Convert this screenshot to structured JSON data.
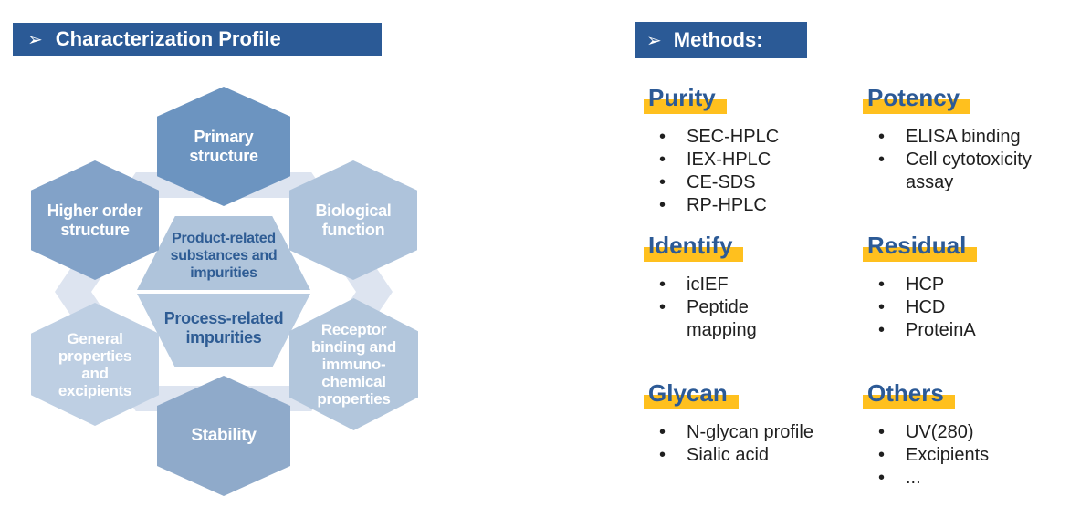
{
  "colors": {
    "title_bar": "#2B5A96",
    "heading_text": "#2C5A96",
    "highlight": "#FFC01E",
    "body_text": "#1F1F1F",
    "hex_label_text": "#FFFFFF",
    "center_label_text": "#2E5C94",
    "hex_primary": "#6C94C0",
    "hex_higher_order": "#82A2C8",
    "hex_biological": "#AEC3DB",
    "hex_general": "#BECFE3",
    "hex_receptor": "#B2C6DC",
    "hex_stability": "#8FAACA",
    "hex_center_top": "#AFC4DB",
    "hex_center_bottom": "#B8CBE0",
    "ring": "#DDE4F0"
  },
  "left_panel": {
    "arrow": "➢",
    "title": "Characterization Profile",
    "hexagons": {
      "primary": {
        "label": "Primary\nstructure"
      },
      "higher_order": {
        "label": "Higher order\nstructure"
      },
      "biological": {
        "label": "Biological\nfunction"
      },
      "general": {
        "label": "General\nproperties\nand\nexcipients"
      },
      "receptor": {
        "label": "Receptor\nbinding and\nimmuno-\nchemical\nproperties"
      },
      "stability": {
        "label": "Stability"
      },
      "center_top": {
        "label": "Product-related\nsubstances and\nimpurities"
      },
      "center_bottom": {
        "label": "Process-related\nimpurities"
      }
    }
  },
  "right_panel": {
    "arrow": "➢",
    "title": "Methods:",
    "bullet": "•",
    "sections": [
      {
        "heading": "Purity",
        "items": [
          "SEC-HPLC",
          "IEX-HPLC",
          "CE-SDS",
          "RP-HPLC"
        ]
      },
      {
        "heading": "Potency",
        "items": [
          "ELISA binding",
          "Cell cytotoxicity\nassay"
        ]
      },
      {
        "heading": "Identify",
        "items": [
          "icIEF",
          "Peptide\nmapping"
        ]
      },
      {
        "heading": "Residual",
        "items": [
          "HCP",
          "HCD",
          "ProteinA"
        ]
      },
      {
        "heading": "Glycan",
        "items": [
          "N-glycan profile",
          "Sialic acid"
        ]
      },
      {
        "heading": "Others",
        "items": [
          "UV(280)",
          "Excipients",
          "..."
        ]
      }
    ]
  }
}
